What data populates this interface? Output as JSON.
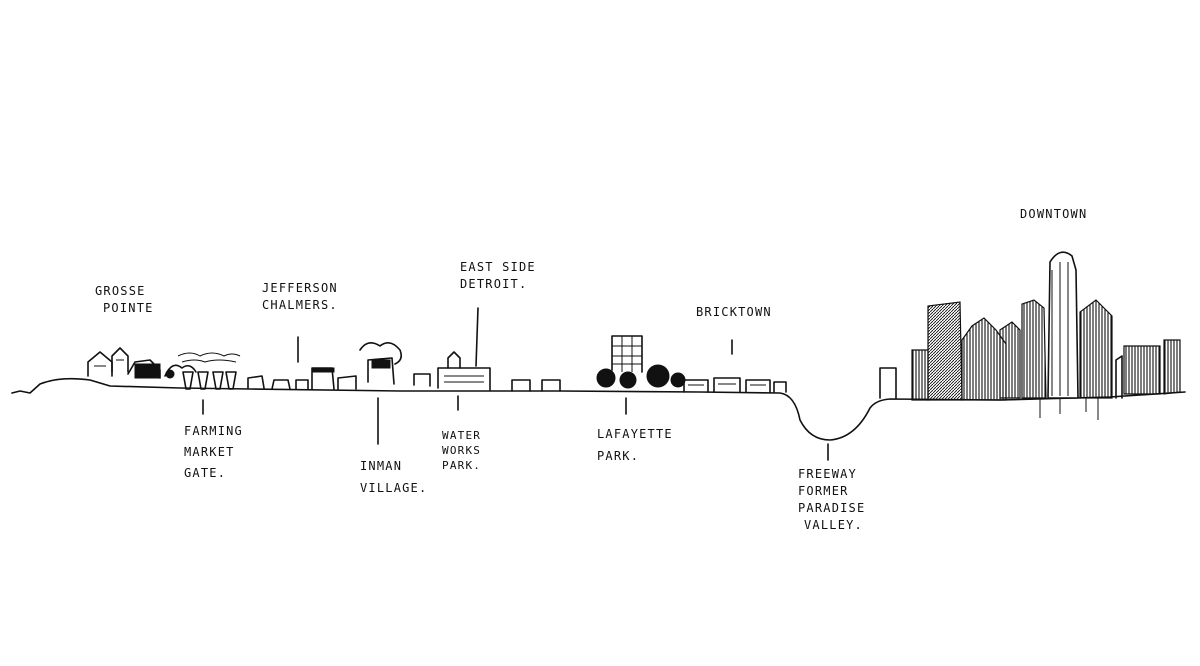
{
  "diagram": {
    "labels": {
      "grosse_pointe": [
        "GROSSE",
        "POINTE"
      ],
      "farming_market_gate": [
        "FARMING",
        "MARKET",
        "GATE."
      ],
      "jefferson_chalmers": [
        "JEFFERSON",
        "CHALMERS."
      ],
      "inman_village": [
        "INMAN",
        "VILLAGE."
      ],
      "east_side_detroit": [
        "EAST SIDE",
        "DETROIT."
      ],
      "water_works_park": [
        "WATER",
        "WORKS",
        "PARK."
      ],
      "lafayette_park": [
        "LAFAYETTE",
        "PARK."
      ],
      "bricktown": [
        "BRICKTOWN"
      ],
      "freeway": [
        "FREEWAY",
        "FORMER",
        "PARADISE",
        "VALLEY."
      ],
      "downtown": [
        "DOWNTOWN"
      ]
    }
  }
}
